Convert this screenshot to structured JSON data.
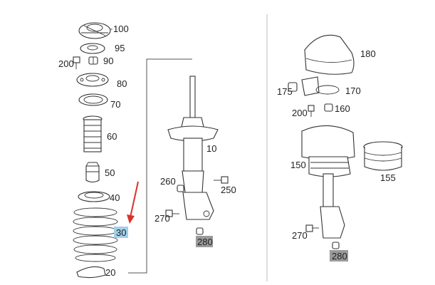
{
  "labels": {
    "p100": "100",
    "p95": "95",
    "p200a": "200",
    "p90": "90",
    "p80": "80",
    "p70": "70",
    "p60": "60",
    "p50": "50",
    "p40": "40",
    "p30": "30",
    "p20": "20",
    "p10": "10",
    "p260": "260",
    "p250": "250",
    "p270a": "270",
    "p280a": "280",
    "p180": "180",
    "p175": "175",
    "p170": "170",
    "p200b": "200",
    "p160": "160",
    "p150": "150",
    "p155": "155",
    "p270b": "270",
    "p280b": "280"
  },
  "colors": {
    "highlight": "#9fd0ea",
    "grey_box": "#9a9a9a",
    "arrow": "#d9322a",
    "line": "#333333"
  }
}
